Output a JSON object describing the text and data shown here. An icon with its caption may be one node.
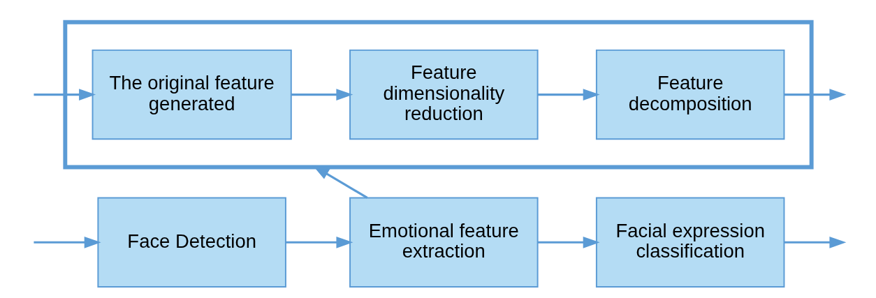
{
  "diagram": {
    "nodes": [
      {
        "text": [
          "Face Detection"
        ]
      },
      {
        "text": [
          "Emotional feature extraction"
        ]
      },
      {
        "text": [
          "Facial expression classification"
        ]
      },
      {
        "text": [],
        "shape": "box"
      },
      {
        "text": [
          "The original feature generated"
        ],
        "in": 3
      },
      {
        "text": [
          "Feature dimensionality reduction"
        ],
        "in": 3
      },
      {
        "text": [
          "Feature decomposition"
        ],
        "in": 3
      }
    ],
    "edges": [
      {
        "from": null,
        "to": 0,
        "arrow": "to"
      },
      {
        "from": 0,
        "to": 1,
        "arrow": "to"
      },
      {
        "from": 1,
        "to": 2,
        "arrow": "to"
      },
      {
        "from": 2,
        "to": null,
        "arrow": "to"
      },
      {
        "from": 1,
        "to": 3,
        "arrow": "to"
      },
      {
        "from": null,
        "to": 4,
        "arrow": "to"
      },
      {
        "from": 4,
        "to": 5,
        "arrow": "to"
      },
      {
        "from": 5,
        "to": 6,
        "arrow": "to"
      },
      {
        "from": 6,
        "to": null,
        "arrow": "to"
      }
    ]
  }
}
